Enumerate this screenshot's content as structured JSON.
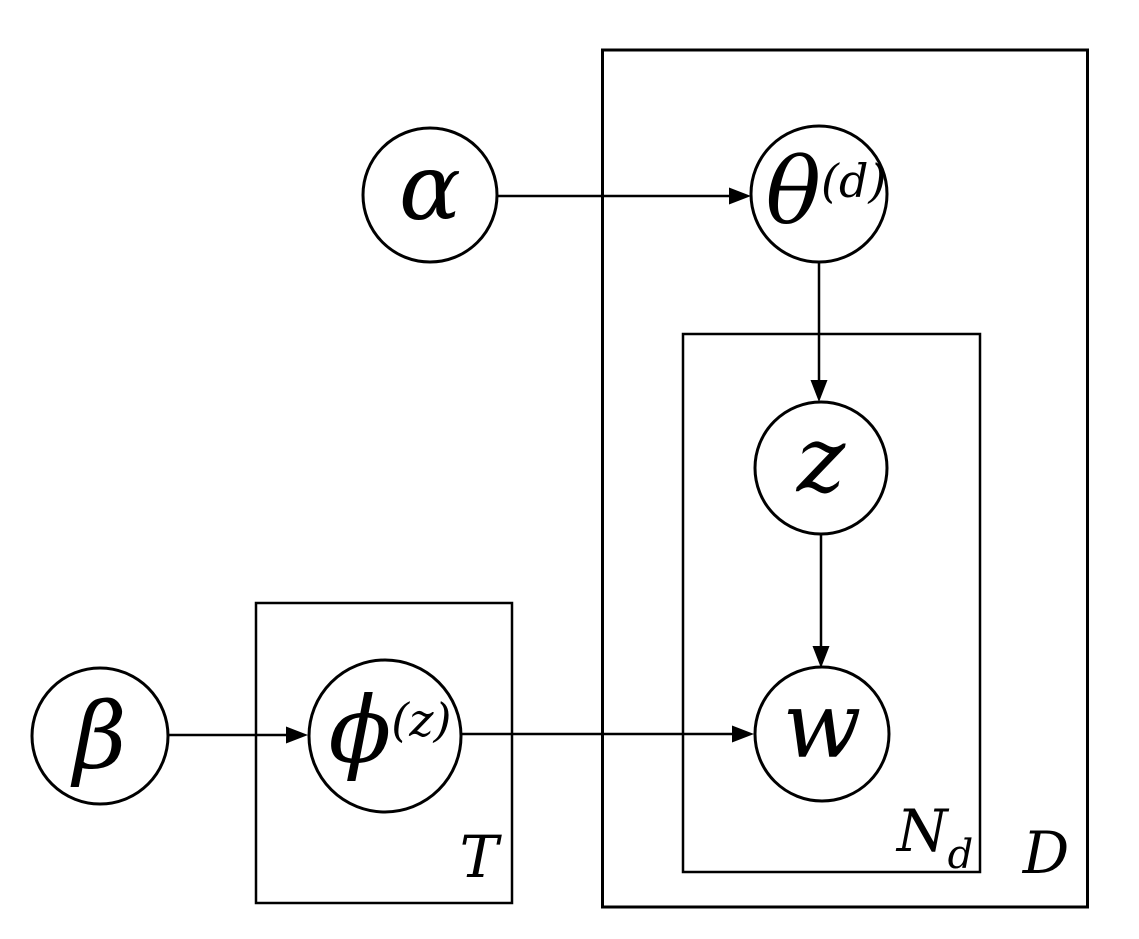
{
  "diagram": {
    "kind": "probabilistic-graphical-model-plate-notation",
    "colors": {
      "background": "#ffffff",
      "line": "#000000",
      "latent_node_fill": "#ffffff",
      "observed_node_fill": "#c0c0c0"
    },
    "nodes": {
      "alpha": {
        "symbol": "α",
        "superscript": "",
        "shaded": false
      },
      "theta": {
        "symbol": "θ",
        "superscript": "(d)",
        "shaded": false
      },
      "z": {
        "symbol": "z",
        "superscript": "",
        "shaded": false
      },
      "w": {
        "symbol": "w",
        "superscript": "",
        "shaded": true
      },
      "beta": {
        "symbol": "β",
        "superscript": "",
        "shaded": false
      },
      "phi": {
        "symbol": "ϕ",
        "superscript": "(z)",
        "shaded": false
      }
    },
    "plates": {
      "T": {
        "label": "T"
      },
      "Nd": {
        "label_main": "N",
        "label_sub": "d"
      },
      "D": {
        "label": "D"
      }
    },
    "edges": [
      {
        "from": "alpha",
        "to": "theta"
      },
      {
        "from": "theta",
        "to": "z"
      },
      {
        "from": "z",
        "to": "w"
      },
      {
        "from": "beta",
        "to": "phi"
      },
      {
        "from": "phi",
        "to": "w"
      }
    ]
  }
}
